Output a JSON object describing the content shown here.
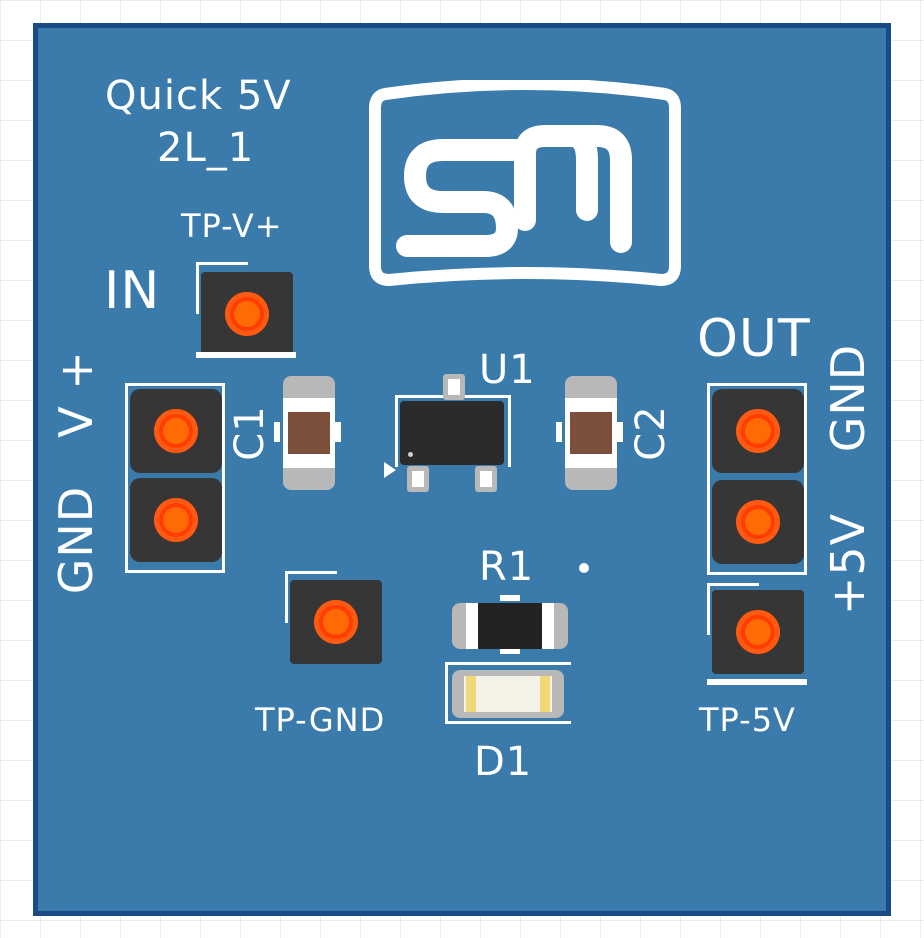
{
  "board": {
    "fill_color": "#3a7bab",
    "edge_color": "#1b4b87",
    "pad_color": "#363636",
    "hole_color": "#ff5a12"
  },
  "silkscreen": {
    "title_line1": "Quick 5V",
    "title_line2": "2L_1",
    "tp_vplus": "TP-V+",
    "in": "IN",
    "vplus": "V +",
    "gnd_left": "GND",
    "c1": "C1",
    "u1": "U1",
    "c2": "C2",
    "out": "OUT",
    "gnd_right": "GND",
    "plus5v": "+5V",
    "r1": "R1",
    "tp_gnd": "TP-GND",
    "d1": "D1",
    "tp_5v": "TP-5V"
  },
  "logo": {
    "icon": "sm-logo-icon"
  }
}
